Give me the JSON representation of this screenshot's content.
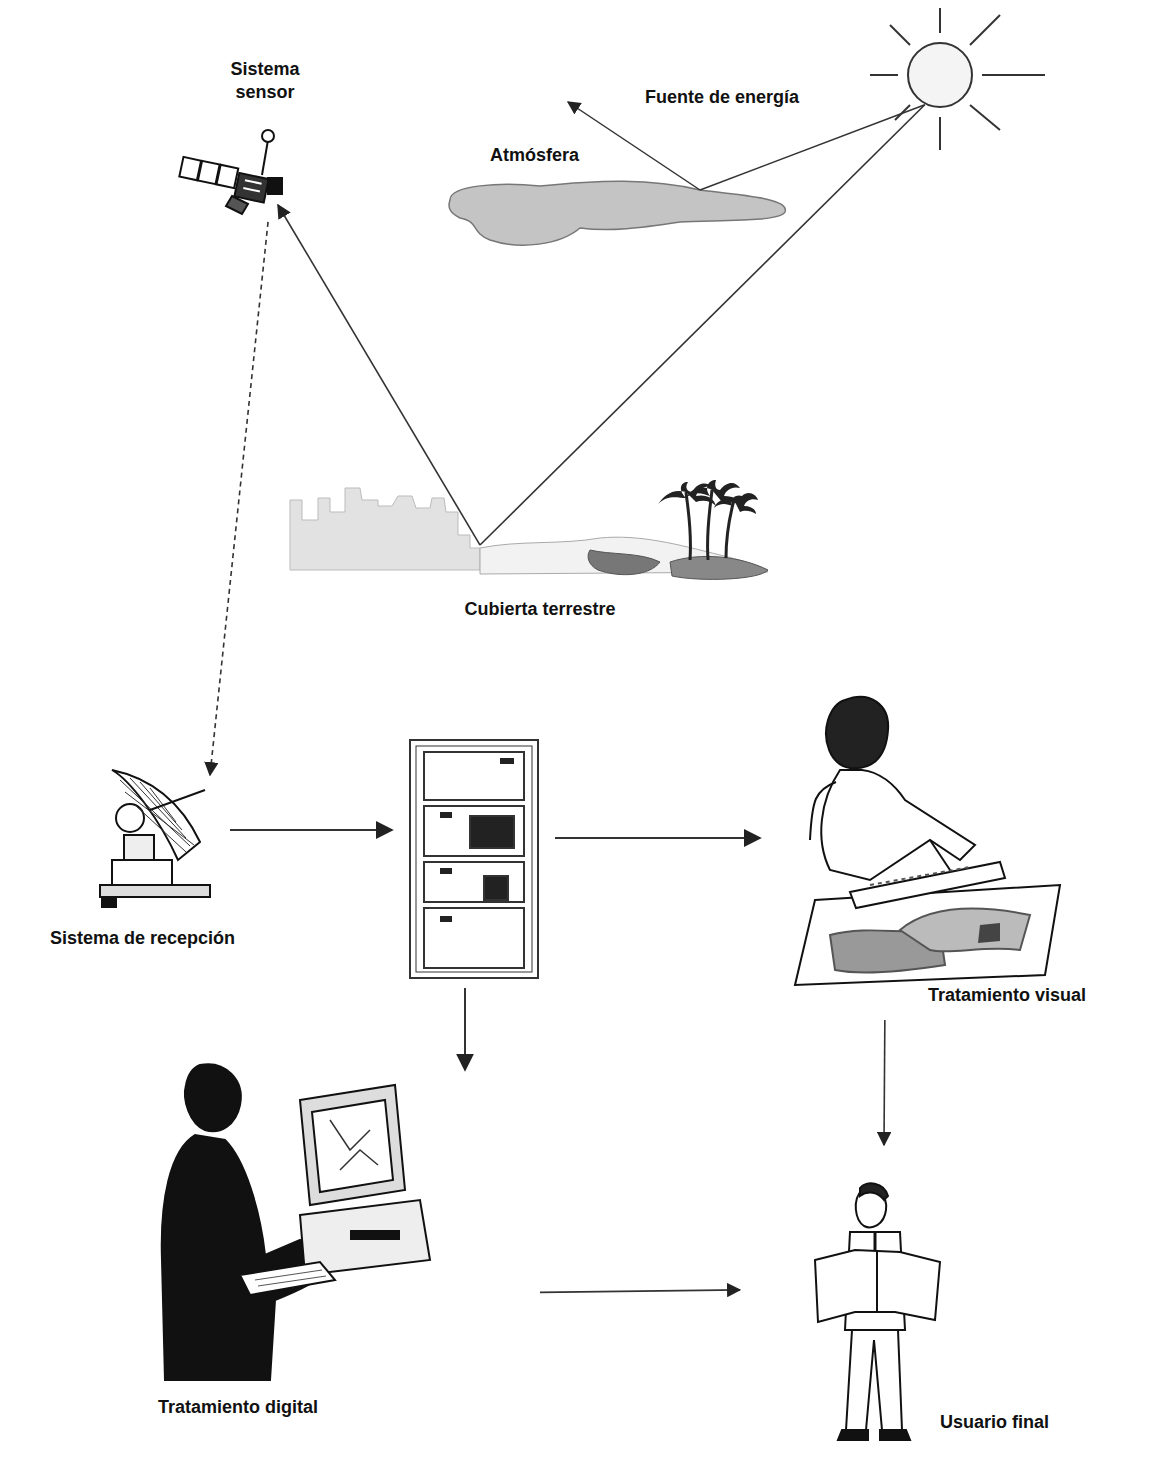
{
  "diagram": {
    "nodes": [
      {
        "text": [
          "Sistema sensor"
        ]
      },
      {
        "text": [
          "Fuente de energía"
        ]
      },
      {
        "text": [
          "Atmósfera"
        ]
      },
      {
        "text": [
          "Cubierta terrestre"
        ]
      },
      {
        "text": [
          "Sistema de recepción"
        ]
      },
      {
        "text": [
          "Tratamiento visual"
        ]
      },
      {
        "text": [
          "Tratamiento digital"
        ]
      },
      {
        "text": [
          "Usuario final"
        ]
      }
    ],
    "edges": [
      {
        "from": 1,
        "to": 2,
        "arrow": "none"
      },
      {
        "from": 1,
        "to": 3,
        "arrow": "none"
      },
      {
        "from": 3,
        "to": 0,
        "arrow": "to"
      },
      {
        "from": 0,
        "to": 4,
        "arrow": "to"
      },
      {
        "from": 5,
        "to": 7,
        "arrow": "to"
      },
      {
        "from": 6,
        "to": 7,
        "arrow": "to"
      }
    ]
  }
}
